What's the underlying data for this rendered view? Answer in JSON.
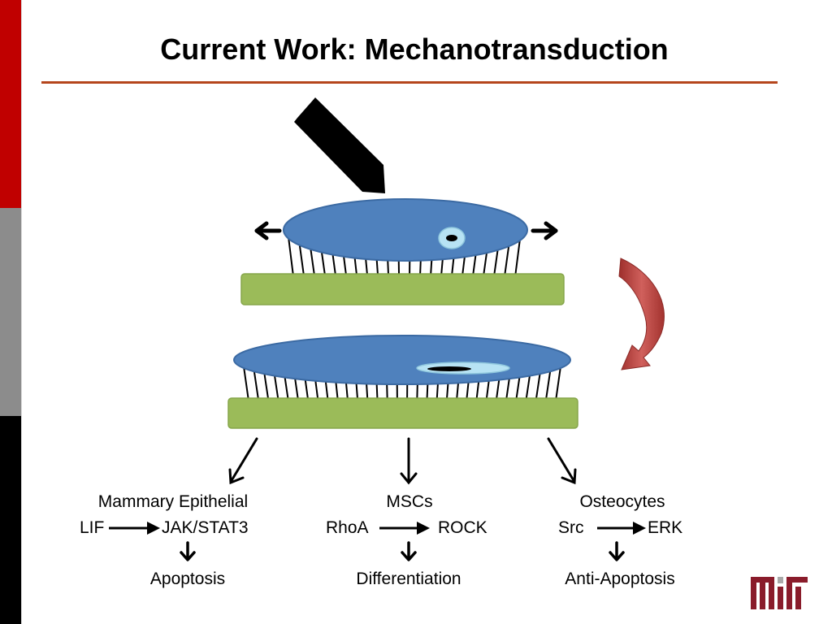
{
  "slide": {
    "title": "Current Work: Mechanotransduction"
  },
  "colors": {
    "sidebar_top": "#c00000",
    "sidebar_middle": "#8c8c8c",
    "sidebar_bottom": "#000000",
    "rule": "#b5461c",
    "cell": "#4f81bd",
    "substrate": "#9bbb59",
    "nucleus": "#b7e3f4",
    "curved_arrow": "#c0504d",
    "logo": "#8a1c2b"
  },
  "pathways": [
    {
      "cell_type": "Mammary Epithelial",
      "upstream": "LIF",
      "downstream": "JAK/STAT3",
      "outcome": "Apoptosis"
    },
    {
      "cell_type": "MSCs",
      "upstream": "RhoA",
      "downstream": "ROCK",
      "outcome": "Differentiation"
    },
    {
      "cell_type": "Osteocytes",
      "upstream": "Src",
      "downstream": "ERK",
      "outcome": "Anti-Apoptosis"
    }
  ],
  "icons": {
    "probe": "pressure-probe-icon",
    "stretch_left": "arrow-left-icon",
    "stretch_right": "arrow-right-icon",
    "transition": "curved-arrow-icon",
    "logo": "mit-logo"
  }
}
